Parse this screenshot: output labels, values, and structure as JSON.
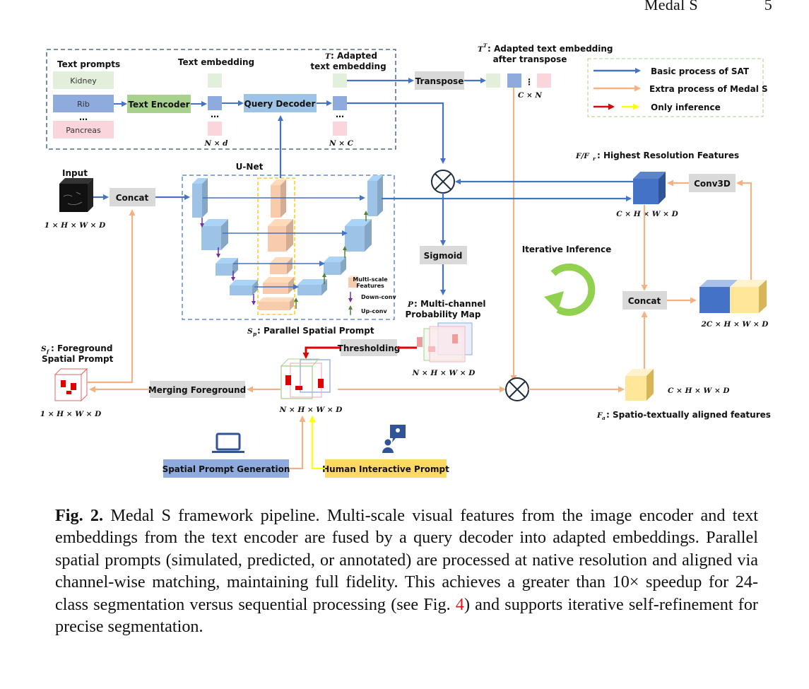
{
  "running_head": {
    "title": "Medal S",
    "page_number": "5"
  },
  "figure": {
    "text_prompts": {
      "heading": "Text prompts",
      "items": [
        "Kidney",
        "Rib",
        "…",
        "Pancreas"
      ]
    },
    "text_encoder": "Text Encoder",
    "text_embedding": {
      "heading": "Text embedding",
      "dim": "N × d"
    },
    "query_decoder": "Query Decoder",
    "adapted_embedding": {
      "heading_symbol": "T",
      "heading_line1": " : Adapted",
      "heading_line2": "text embedding",
      "dim": "N × C"
    },
    "transpose": "Transpose",
    "transposed_embedding": {
      "heading_symbol": "T",
      "heading_sup": "T",
      "heading_line1": ": Adapted text embedding",
      "heading_line2": "after transpose",
      "dim": "C  × N"
    },
    "legend": {
      "items": [
        {
          "label": "Basic process of SAT",
          "color": "#4472c4"
        },
        {
          "label": "Extra process of Medal S",
          "color": "#f4b183"
        },
        {
          "label": "Only inference",
          "colors": [
            "#e00000",
            "#ffff00"
          ]
        }
      ]
    },
    "input": {
      "heading": "Input",
      "dim": "1 × H × W × D"
    },
    "concat_left": "Concat",
    "unet": {
      "heading": "U-Net",
      "legend": [
        "Multi-scale",
        "Features",
        "Down-conv",
        "Up-conv"
      ],
      "caption_symbol": "S",
      "caption_sub": "p",
      "caption_text": " : Parallel Spatial Prompt"
    },
    "highest_res": {
      "heading_text": "F/F",
      "heading_sub": "r",
      "heading_rest": " : Highest Resolution Features",
      "dim": "C × H × W × D"
    },
    "conv3d": "Conv3D",
    "sigmoid": "Sigmoid",
    "prob_map": {
      "heading_symbol": "P",
      "heading_line1": " : Multi-channel",
      "heading_line2": "Probability Map",
      "dim": "N × H × W × D"
    },
    "iterative_inference": "Iterative Inference",
    "concat_right": "Concat",
    "concat_dim": "2C × H × W × D",
    "thresholding": "Thresholding",
    "foreground_prompt": {
      "heading_symbol": "S",
      "heading_sub": "f",
      "heading_line1": " : Foreground",
      "heading_line2": "Spatial Prompt",
      "dim": "1 × H × W × D"
    },
    "merging_foreground": "Merging Foreground",
    "multi_prompt_dim": "N × H × W × D",
    "aligned_features": {
      "dim": "C × H × W × D",
      "heading_symbol": "F",
      "heading_sub": "a",
      "heading_rest": " : Spatio-textually aligned features"
    },
    "spatial_prompt_generation": "Spatial Prompt Generation",
    "human_interactive_prompt": "Human Interactive Prompt",
    "colors": {
      "blue_flow": "#4472c4",
      "orange_flow": "#f4b183",
      "red_flow": "#e00000",
      "yellow_flow": "#ffff00",
      "grey_box": "#d9d9d9",
      "green_box": "#a9d18e",
      "query_box": "#9dc3e6",
      "kidney": "#e2efda",
      "rib": "#8faadc",
      "pancreas": "#fbd5dc",
      "feature_orange": "#f8cbad",
      "unet_block": "#9dc3e6",
      "yellow_box": "#ffd966",
      "spg_box": "#8faadc",
      "cycle_green": "#92d050"
    }
  },
  "caption": {
    "label": "Fig. 2.",
    "text_before_ref": " Medal S framework pipeline. Multi-scale visual features from the image encoder and text embeddings from the text encoder are fused by a query decoder into adapted embeddings. Parallel spatial prompts (simulated, predicted, or annotated) are processed at native resolution and aligned via channel-wise matching, maintaining full fidelity. This achieves a greater than 10× speedup for 24-class segmentation versus sequential processing (see Fig. ",
    "ref": "4",
    "text_after_ref": ") and supports iterative self-refinement for precise segmentation."
  }
}
